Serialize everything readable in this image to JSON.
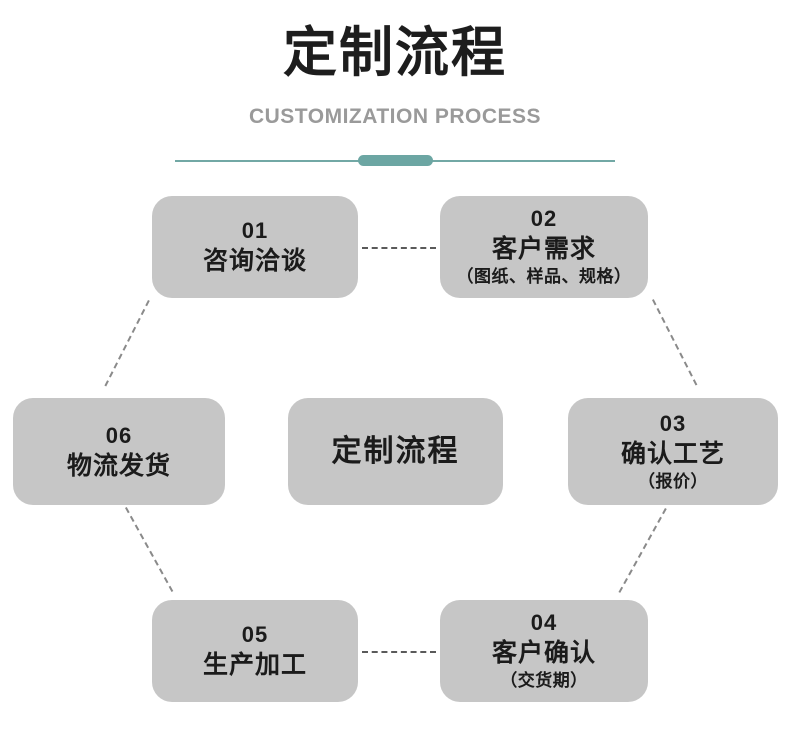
{
  "header": {
    "title_cn": "定制流程",
    "title_en": "CUSTOMIZATION PROCESS",
    "divider_line_color": "#72a8a5",
    "divider_bar_color": "#6ca6a3"
  },
  "diagram": {
    "center": {
      "label": "定制流程"
    },
    "box_fill_color": "#c6c6c6",
    "text_color": "#1b1b1b",
    "connector_color": "#5a5a5a",
    "steps": [
      {
        "num": "01",
        "name": "咨询洽谈",
        "sub": ""
      },
      {
        "num": "02",
        "name": "客户需求",
        "sub": "（图纸、样品、规格）"
      },
      {
        "num": "03",
        "name": "确认工艺",
        "sub": "（报价）"
      },
      {
        "num": "04",
        "name": "客户确认",
        "sub": "（交货期）"
      },
      {
        "num": "05",
        "name": "生产加工",
        "sub": ""
      },
      {
        "num": "06",
        "name": "物流发货",
        "sub": ""
      }
    ]
  }
}
